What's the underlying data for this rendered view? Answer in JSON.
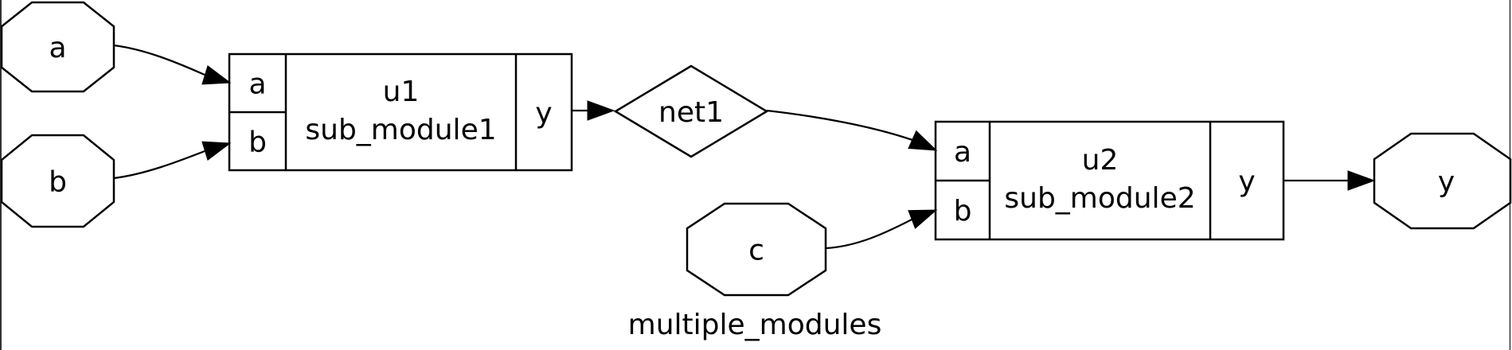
{
  "diagram": {
    "title": "multiple_modules",
    "colors": {
      "background": "#ffffff",
      "stroke": "#000000",
      "text": "#000000",
      "frame_border": "#333333"
    },
    "io_nodes": [
      {
        "id": "a",
        "label": "a",
        "kind": "input",
        "shape": "octagon"
      },
      {
        "id": "b",
        "label": "b",
        "kind": "input",
        "shape": "octagon"
      },
      {
        "id": "c",
        "label": "c",
        "kind": "input",
        "shape": "octagon"
      },
      {
        "id": "y",
        "label": "y",
        "kind": "output",
        "shape": "octagon"
      }
    ],
    "net_nodes": [
      {
        "id": "net1",
        "label": "net1",
        "shape": "diamond"
      }
    ],
    "module_nodes": [
      {
        "id": "u1",
        "instance": "u1",
        "module_type": "sub_module1",
        "input_ports": [
          "a",
          "b"
        ],
        "output_ports": [
          "y"
        ]
      },
      {
        "id": "u2",
        "instance": "u2",
        "module_type": "sub_module2",
        "input_ports": [
          "a",
          "b"
        ],
        "output_ports": [
          "y"
        ]
      }
    ],
    "edges": [
      {
        "from": "a",
        "to": "u1.a"
      },
      {
        "from": "b",
        "to": "u1.b"
      },
      {
        "from": "u1.y",
        "to": "net1"
      },
      {
        "from": "net1",
        "to": "u2.a"
      },
      {
        "from": "c",
        "to": "u2.b"
      },
      {
        "from": "u2.y",
        "to": "y"
      }
    ]
  }
}
